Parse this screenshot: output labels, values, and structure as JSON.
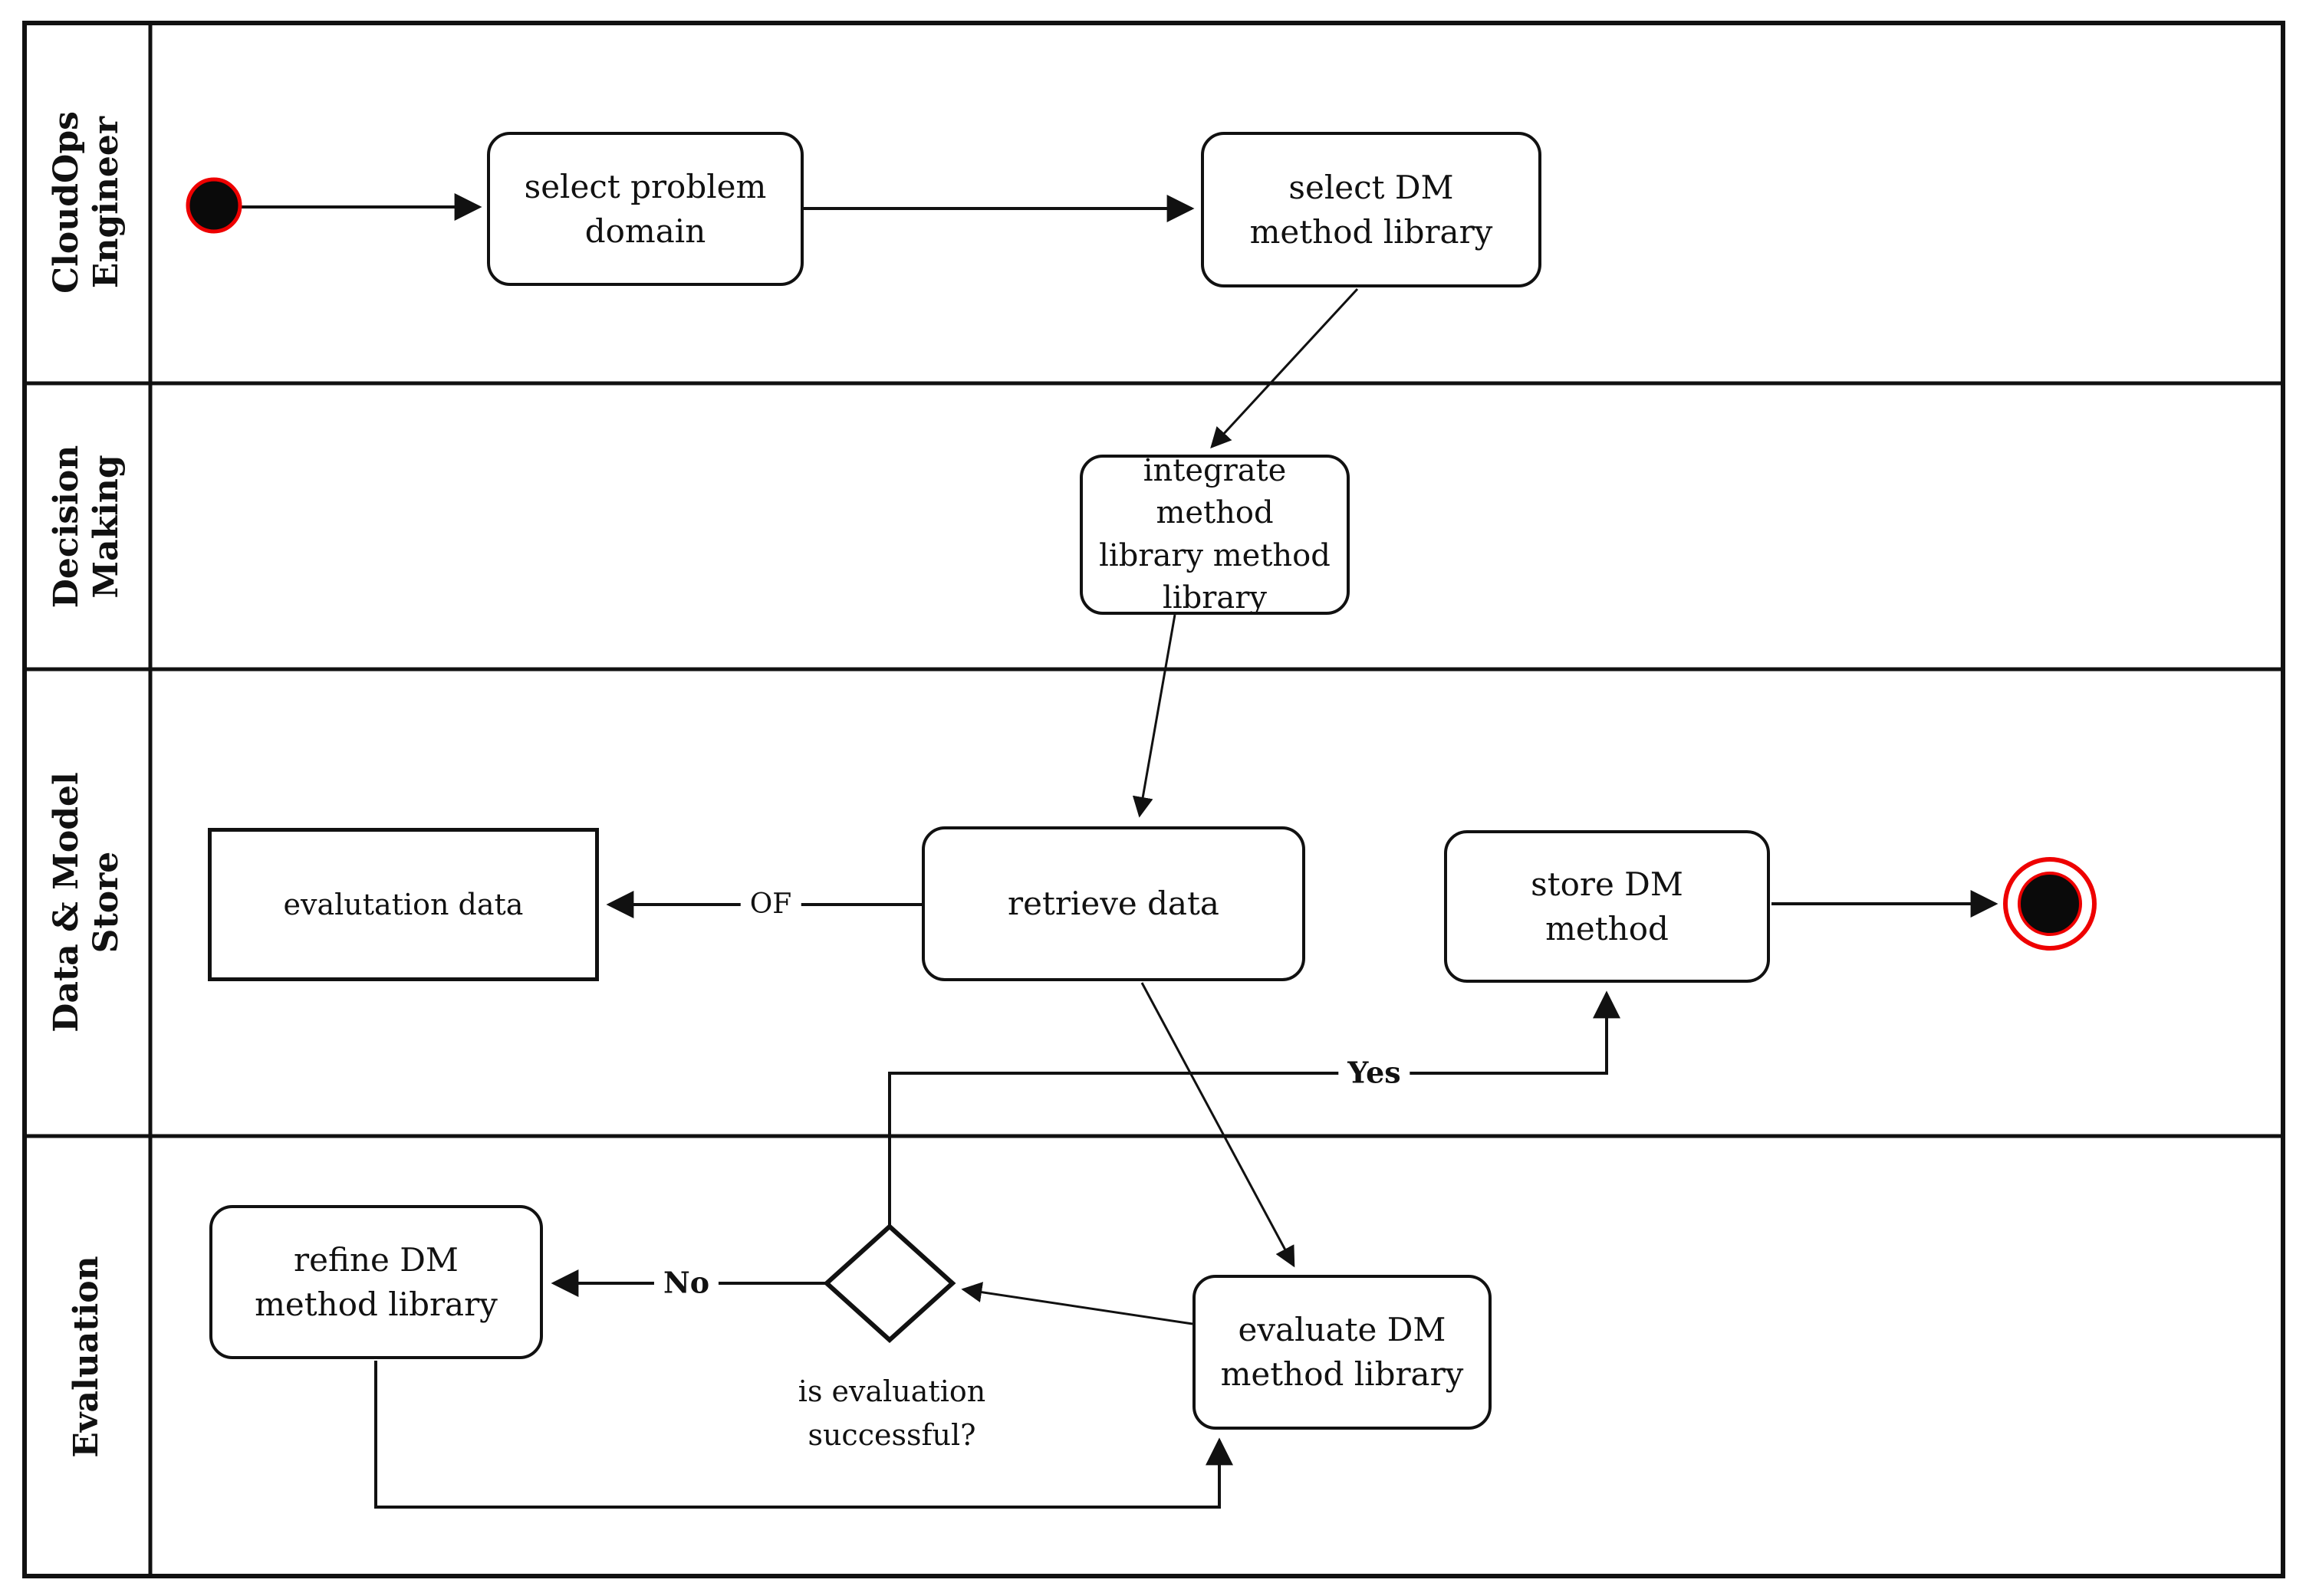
{
  "lanes": [
    {
      "label": "CloudOps\nEngineer"
    },
    {
      "label": "Decision\nMaking"
    },
    {
      "label": "Data & Model\nStore"
    },
    {
      "label": "Evaluation"
    }
  ],
  "nodes": {
    "select_problem_domain": {
      "label": "select problem\ndomain"
    },
    "select_dm_method_library": {
      "label": "select DM\nmethod library"
    },
    "integrate_method_library": {
      "label": "integrate method\nlibrary method\nlibrary"
    },
    "retrieve_data": {
      "label": "retrieve data"
    },
    "evalutation_data": {
      "label": "evalutation data"
    },
    "store_dm_method": {
      "label": "store DM\nmethod"
    },
    "refine_dm_method_library": {
      "label": "refine DM\nmethod library"
    },
    "evaluate_dm_method_library": {
      "label": "evaluate DM\nmethod library"
    },
    "decision_question": {
      "label": "is evaluation\nsuccessful?"
    }
  },
  "edge_labels": {
    "yes": "Yes",
    "no": "No",
    "of": "OF"
  },
  "colors": {
    "line": "#111111",
    "node_fill": "#ffffff",
    "start_final_red": "#ee0000",
    "background": "#ffffff"
  }
}
